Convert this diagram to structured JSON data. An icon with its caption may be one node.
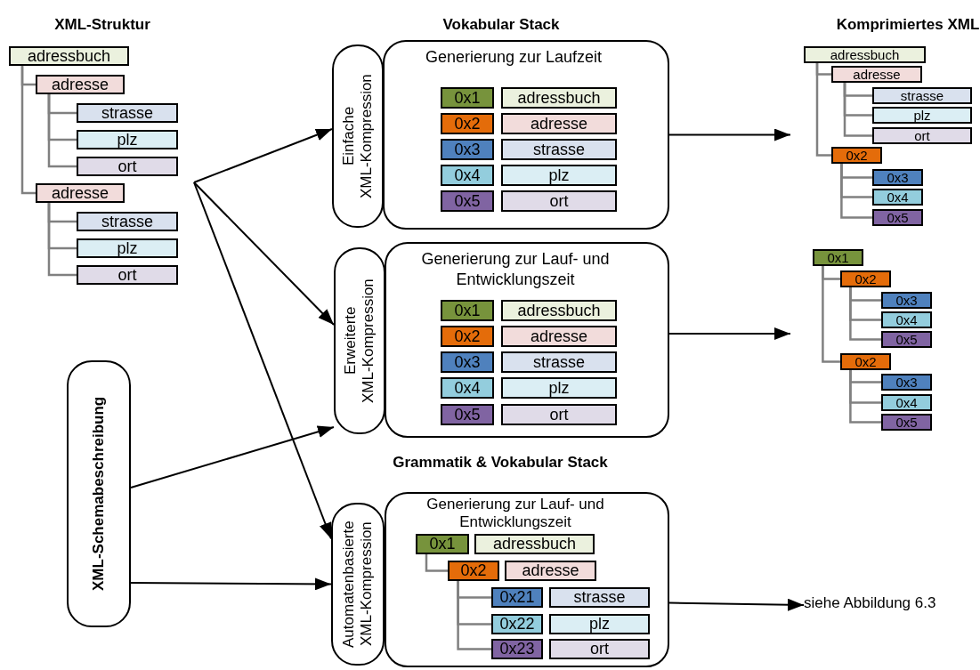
{
  "diagram": {
    "nodes": [
      {
        "text": [
          "adressbuch"
        ]
      },
      {
        "text": [
          "adresse"
        ]
      },
      {
        "text": [
          "strasse"
        ]
      },
      {
        "text": [
          "plz"
        ]
      },
      {
        "text": [
          "ort"
        ]
      },
      {
        "text": [
          "adresse"
        ]
      },
      {
        "text": [
          "strasse"
        ]
      },
      {
        "text": [
          "plz"
        ]
      },
      {
        "text": [
          "ort"
        ]
      },
      {
        "text": [
          "Einfache XML-Kompression"
        ]
      },
      {
        "text": [
          "Generierung zur Laufzeit"
        ]
      },
      {
        "text": [
          "0x1"
        ],
        "in": 10
      },
      {
        "text": [
          "adressbuch"
        ],
        "in": 10
      },
      {
        "text": [
          "0x2"
        ],
        "in": 10
      },
      {
        "text": [
          "adresse"
        ],
        "in": 10
      },
      {
        "text": [
          "0x3"
        ],
        "in": 10
      },
      {
        "text": [
          "strasse"
        ],
        "in": 10
      },
      {
        "text": [
          "0x4"
        ],
        "in": 10
      },
      {
        "text": [
          "plz"
        ],
        "in": 10
      },
      {
        "text": [
          "0x5"
        ],
        "in": 10
      },
      {
        "text": [
          "ort"
        ],
        "in": 10
      },
      {
        "text": [
          "Erweiterte XML-Kompression"
        ]
      },
      {
        "text": [
          "Generierung zur Lauf- und Entwicklungszeit"
        ]
      },
      {
        "text": [
          "0x1"
        ],
        "in": 22
      },
      {
        "text": [
          "adressbuch"
        ],
        "in": 22
      },
      {
        "text": [
          "0x2"
        ],
        "in": 22
      },
      {
        "text": [
          "adresse"
        ],
        "in": 22
      },
      {
        "text": [
          "0x3"
        ],
        "in": 22
      },
      {
        "text": [
          "strasse"
        ],
        "in": 22
      },
      {
        "text": [
          "0x4"
        ],
        "in": 22
      },
      {
        "text": [
          "plz"
        ],
        "in": 22
      },
      {
        "text": [
          "0x5"
        ],
        "in": 22
      },
      {
        "text": [
          "ort"
        ],
        "in": 22
      },
      {
        "text": [
          "XML-Schemabeschreibung"
        ]
      },
      {
        "text": [
          "Automatenbasierte XML-Kompression"
        ]
      },
      {
        "text": [
          "Generierung zur Lauf- und Entwicklungszeit"
        ]
      },
      {
        "text": [
          "0x1"
        ],
        "in": 35
      },
      {
        "text": [
          "adressbuch"
        ],
        "in": 35
      },
      {
        "text": [
          "0x2"
        ],
        "in": 35
      },
      {
        "text": [
          "adresse"
        ],
        "in": 35
      },
      {
        "text": [
          "0x21"
        ],
        "in": 35
      },
      {
        "text": [
          "strasse"
        ],
        "in": 35
      },
      {
        "text": [
          "0x22"
        ],
        "in": 35
      },
      {
        "text": [
          "plz"
        ],
        "in": 35
      },
      {
        "text": [
          "0x23"
        ],
        "in": 35
      },
      {
        "text": [
          "ort"
        ],
        "in": 35
      },
      {
        "text": [
          "adressbuch"
        ]
      },
      {
        "text": [
          "adresse"
        ]
      },
      {
        "text": [
          "strasse"
        ]
      },
      {
        "text": [
          "plz"
        ]
      },
      {
        "text": [
          "ort"
        ]
      },
      {
        "text": [
          "0x2"
        ]
      },
      {
        "text": [
          "0x3"
        ]
      },
      {
        "text": [
          "0x4"
        ]
      },
      {
        "text": [
          "0x5"
        ]
      },
      {
        "text": [
          "0x1"
        ]
      },
      {
        "text": [
          "0x2"
        ]
      },
      {
        "text": [
          "0x3"
        ]
      },
      {
        "text": [
          "0x4"
        ]
      },
      {
        "text": [
          "0x5"
        ]
      },
      {
        "text": [
          "0x2"
        ]
      },
      {
        "text": [
          "0x3"
        ]
      },
      {
        "text": [
          "0x4"
        ]
      },
      {
        "text": [
          "0x5"
        ]
      },
      {
        "text": [
          "siehe Abbildung 6.3"
        ]
      }
    ],
    "edges": [
      {
        "from": null,
        "to": 9,
        "arrow": "to",
        "color": "#000000"
      },
      {
        "from": null,
        "to": 21,
        "arrow": "to",
        "color": "#000000"
      },
      {
        "from": null,
        "to": 34,
        "arrow": "to",
        "color": "#000000"
      },
      {
        "from": 33,
        "to": 21,
        "arrow": "to",
        "color": "#000000"
      },
      {
        "from": 33,
        "to": 34,
        "arrow": "to",
        "color": "#000000"
      },
      {
        "from": 10,
        "to": null,
        "arrow": "to",
        "color": "#000000"
      },
      {
        "from": 22,
        "to": null,
        "arrow": "to",
        "color": "#000000"
      },
      {
        "from": 35,
        "to": 64,
        "arrow": "to",
        "color": "#000000"
      },
      {
        "from": 0,
        "to": 1,
        "arrow": "none"
      },
      {
        "from": 1,
        "to": 2,
        "arrow": "none"
      },
      {
        "from": 1,
        "to": 3,
        "arrow": "none"
      },
      {
        "from": 1,
        "to": 4,
        "arrow": "none"
      },
      {
        "from": 0,
        "to": 5,
        "arrow": "none"
      },
      {
        "from": 5,
        "to": 6,
        "arrow": "none"
      },
      {
        "from": 5,
        "to": 7,
        "arrow": "none"
      },
      {
        "from": 5,
        "to": 8,
        "arrow": "none"
      },
      {
        "from": 36,
        "to": 38,
        "arrow": "none"
      },
      {
        "from": 38,
        "to": 40,
        "arrow": "none"
      },
      {
        "from": 38,
        "to": 42,
        "arrow": "none"
      },
      {
        "from": 38,
        "to": 44,
        "arrow": "none"
      },
      {
        "from": 46,
        "to": 47,
        "arrow": "none"
      },
      {
        "from": 47,
        "to": 48,
        "arrow": "none"
      },
      {
        "from": 47,
        "to": 49,
        "arrow": "none"
      },
      {
        "from": 47,
        "to": 50,
        "arrow": "none"
      },
      {
        "from": 46,
        "to": 51,
        "arrow": "none"
      },
      {
        "from": 51,
        "to": 52,
        "arrow": "none"
      },
      {
        "from": 51,
        "to": 53,
        "arrow": "none"
      },
      {
        "from": 51,
        "to": 54,
        "arrow": "none"
      },
      {
        "from": 55,
        "to": 56,
        "arrow": "none"
      },
      {
        "from": 56,
        "to": 57,
        "arrow": "none"
      },
      {
        "from": 56,
        "to": 58,
        "arrow": "none"
      },
      {
        "from": 56,
        "to": 59,
        "arrow": "none"
      },
      {
        "from": 55,
        "to": 60,
        "arrow": "none"
      },
      {
        "from": 60,
        "to": 61,
        "arrow": "none"
      },
      {
        "from": 60,
        "to": 62,
        "arrow": "none"
      },
      {
        "from": 60,
        "to": 63,
        "arrow": "none"
      }
    ],
    "labels": [
      "XML-Struktur",
      "Vokabular Stack",
      "Komprimiertes XML",
      "Grammatik & Vokabular Stack"
    ]
  }
}
